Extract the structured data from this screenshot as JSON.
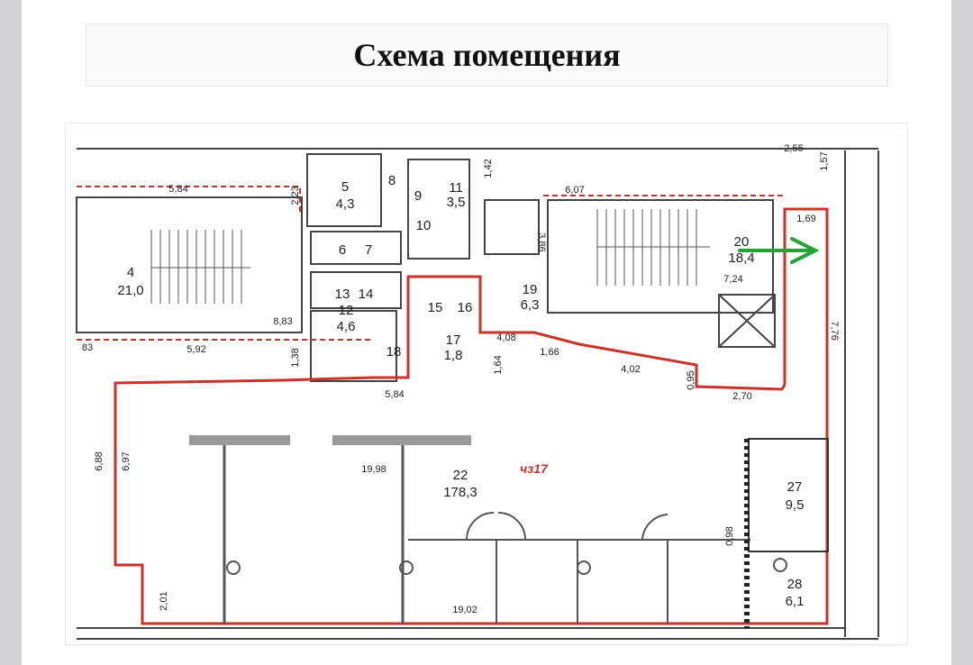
{
  "page": {
    "title": "Схема помещения"
  },
  "floor_plan": {
    "rooms": [
      {
        "number": "4",
        "area": "21,0"
      },
      {
        "number": "5",
        "area": "4,3"
      },
      {
        "number": "6",
        "area": ""
      },
      {
        "number": "7",
        "area": ""
      },
      {
        "number": "8",
        "area": ""
      },
      {
        "number": "9",
        "area": ""
      },
      {
        "number": "10",
        "area": ""
      },
      {
        "number": "11",
        "area": "3,5"
      },
      {
        "number": "12",
        "area": "4,6"
      },
      {
        "number": "13",
        "area": ""
      },
      {
        "number": "14",
        "area": ""
      },
      {
        "number": "15",
        "area": ""
      },
      {
        "number": "16",
        "area": ""
      },
      {
        "number": "17",
        "area": "1,8"
      },
      {
        "number": "18",
        "area": ""
      },
      {
        "number": "19",
        "area": "6,3"
      },
      {
        "number": "20",
        "area": "18,4"
      },
      {
        "number": "22",
        "area": "178,3"
      },
      {
        "number": "27",
        "area": "9,5"
      },
      {
        "number": "28",
        "area": "6,1"
      }
    ],
    "dimensions": [
      "5,84",
      "2,23",
      "1,42",
      "6,07",
      "2,55",
      "1,57",
      "1,69",
      "3,86",
      "7,24",
      "8,83",
      "5,92",
      "1,38",
      "5,84",
      "4,08",
      "1,64",
      "1,66",
      "4,02",
      "0,95",
      "2,70",
      "7,76",
      "6,88",
      "6,97",
      "19,98",
      "2,01",
      "19,02",
      "0,98",
      "83"
    ],
    "stamp": "чз17",
    "arrow_color": "#22a335",
    "boundary_color": "#c8332a"
  }
}
